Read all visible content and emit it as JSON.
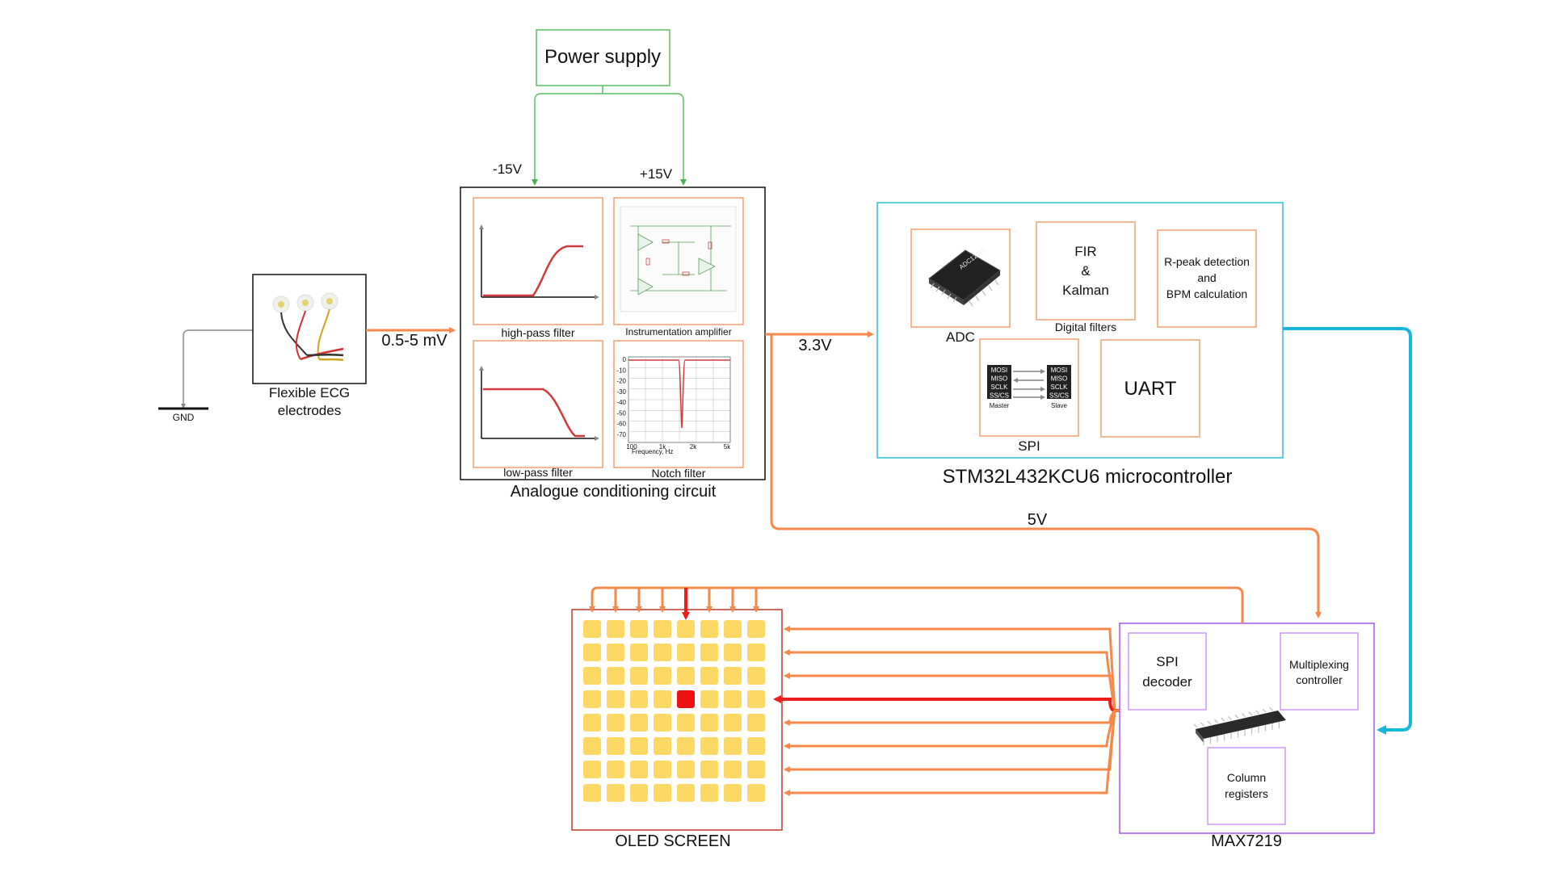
{
  "power_supply": {
    "label": "Power supply",
    "neg": "-15V",
    "pos": "+15V"
  },
  "electrodes": {
    "caption_line1": "Flexible ECG",
    "caption_line2": "electrodes",
    "gnd": "GND"
  },
  "signals": {
    "input_level": "0.5-5 mV",
    "v33": "3.3V",
    "v5": "5V"
  },
  "analogue": {
    "title": "Analogue conditioning circuit",
    "hpf": "high-pass filter",
    "inamp": "Instrumentation amplifier",
    "lpf": "low-pass filter",
    "notch": "Notch filter",
    "notch_axis": "Frequency, Hz",
    "notch_y_ticks": [
      "0",
      "-10",
      "-20",
      "-30",
      "-40",
      "-50",
      "-60",
      "-70"
    ],
    "notch_x_ticks": [
      "100",
      "1k",
      "2k",
      "5k"
    ]
  },
  "mcu": {
    "title": "STM32L432KCU6 microcontroller",
    "adc": "ADC",
    "adc_chip_text": "ADC12010",
    "fir_line1": "FIR",
    "fir_line2": "&",
    "fir_line3": "Kalman",
    "digital_filters": "Digital filters",
    "rpeak_line1": "R-peak detection",
    "rpeak_line2": "and",
    "rpeak_line3": "BPM calculation",
    "spi": "SPI",
    "uart": "UART",
    "spi_pins": [
      "MOSI",
      "MISO",
      "SCLK",
      "SS/CS"
    ],
    "spi_master": "Master",
    "spi_slave": "Slave"
  },
  "max": {
    "title": "MAX7219",
    "spi_dec_line1": "SPI",
    "spi_dec_line2": "decoder",
    "mux_line1": "Multiplexing",
    "mux_line2": "controller",
    "col_line1": "Column",
    "col_line2": "registers"
  },
  "oled": {
    "title": "OLED SCREEN",
    "rows": 8,
    "cols": 8,
    "active_row": 4,
    "active_col": 5
  },
  "colors": {
    "orange": "#f4894a",
    "red": "#ee1c1c",
    "green": "#4caf50",
    "cyan": "#16b7dc",
    "purple": "#a855f7",
    "pixel": "#fdd865",
    "pixel_active": "#ee1111",
    "box_orange": "#f3a070"
  }
}
